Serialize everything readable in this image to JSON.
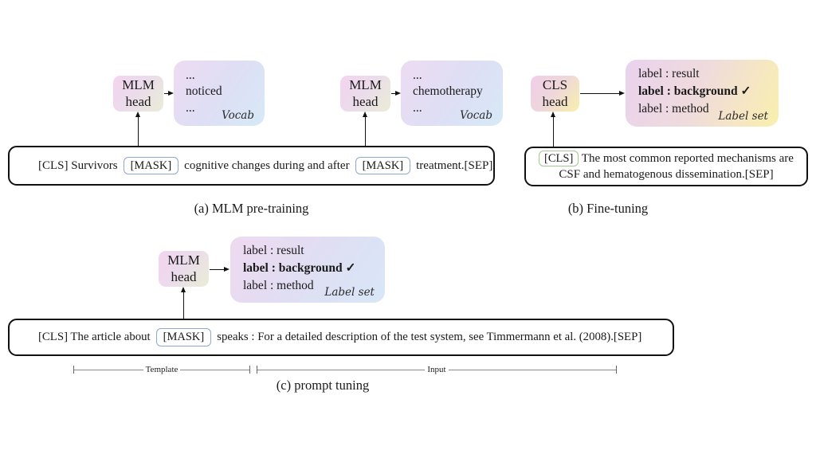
{
  "panel_a": {
    "caption": "(a) MLM pre-training",
    "head1_line1": "MLM",
    "head1_line2": "head",
    "head2_line1": "MLM",
    "head2_line2": "head",
    "vocab1": {
      "dots_top": "...",
      "word": "noticed",
      "dots_bottom": "...",
      "tag": "Vocab"
    },
    "vocab2": {
      "dots_top": "...",
      "word": "chemotherapy",
      "dots_bottom": "...",
      "tag": "Vocab"
    },
    "sentence": {
      "seg1": "[CLS] Survivors",
      "mask1": "[MASK]",
      "seg2": "cognitive changes during and after",
      "mask2": "[MASK]",
      "seg3": "treatment.[SEP]"
    }
  },
  "panel_b": {
    "caption": "(b) Fine-tuning",
    "head_line1": "CLS",
    "head_line2": "head",
    "label_set": {
      "row1": "label : result",
      "row2": "label : background ✓",
      "row3": "label : method",
      "tag": "Label set"
    },
    "sentence": {
      "cls": "[CLS]",
      "line1": "The most common reported mechanisms are",
      "line2": "CSF and hematogenous dissemination.[SEP]"
    }
  },
  "panel_c": {
    "caption": "(c) prompt tuning",
    "head_line1": "MLM",
    "head_line2": "head",
    "label_set": {
      "row1": "label : result",
      "row2": "label : background ✓",
      "row3": "label : method",
      "tag": "Label set"
    },
    "sentence": {
      "seg1": "[CLS] The article about",
      "mask": "[MASK]",
      "seg2": "speaks : For a detailed description of the test system, see Timmermann et al. (2008).[SEP]"
    },
    "bracket_template": "Template",
    "bracket_input": "Input"
  },
  "colors": {
    "mask_token_border": "#8fa9d0",
    "cls_token_border": "#a6c795",
    "sentence_box_border": "#111111",
    "mlm_head_gradient": [
      "#f2d5ee",
      "#e9ecd8"
    ],
    "cls_head_gradient": [
      "#f0cfe7",
      "#f7eeae"
    ],
    "vocab_gradient": [
      "#eedcf2",
      "#d6e9f7"
    ],
    "label_set_b_gradient": [
      "#ead2ee",
      "#f8f0ac"
    ],
    "label_set_c_gradient": [
      "#efd9f1",
      "#d8e7f7"
    ]
  }
}
